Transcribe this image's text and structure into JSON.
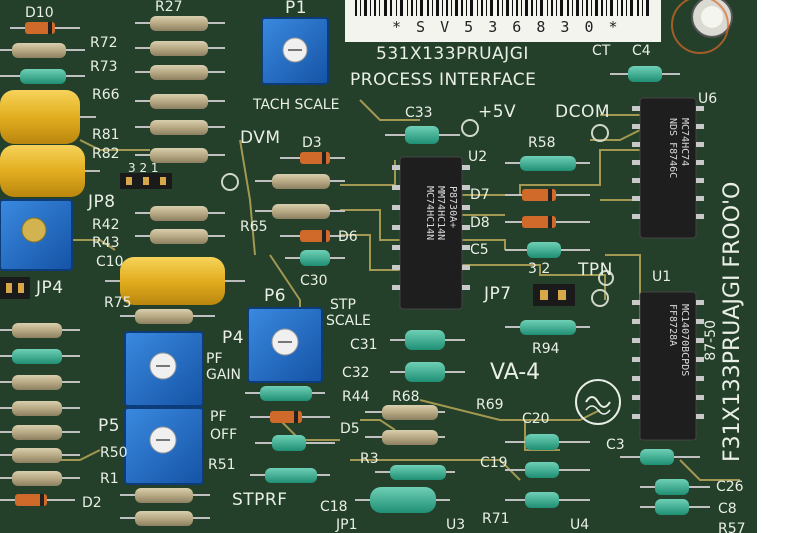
{
  "board": {
    "part_number": "531X133PRUAJGI",
    "title": "PROCESS INTERFACE",
    "vertical_id": "F31X133PRUAJGI FROO'O",
    "date_code": "87-50",
    "marking": "VA-4",
    "serial": "* S V 5 3 6 8 3 0 *"
  },
  "labels": {
    "d10": "D10",
    "r27": "R27",
    "p1": "P1",
    "r72": "R72",
    "r73": "R73",
    "r66": "R66",
    "tach_scale": "TACH SCALE",
    "r81": "R81",
    "r82": "R82",
    "dvm": "DVM",
    "d3": "D3",
    "c33": "C33",
    "plus5v": "+5V",
    "dcom": "DCOM",
    "u6": "U6",
    "ct": "CT",
    "c4": "C4",
    "u2": "U2",
    "r58": "R58",
    "d7": "D7",
    "d8": "D8",
    "c5": "C5",
    "jp8": "JP8",
    "r42": "R42",
    "r43": "R43",
    "r65": "R65",
    "d6": "D6",
    "c10": "C10",
    "c30": "C30",
    "jp4": "JP4",
    "r75": "R75",
    "p6": "P6",
    "stp_scale_1": "STP",
    "stp_scale_2": "SCALE",
    "jp7": "JP7",
    "jp7_pins": "3 2",
    "tpn": "TPN",
    "u1": "U1",
    "p4": "P4",
    "pf_gain_1": "PF",
    "pf_gain_2": "GAIN",
    "c31": "C31",
    "r94": "R94",
    "c32": "C32",
    "r44": "R44",
    "r68": "R68",
    "r69": "R69",
    "c20": "C20",
    "pf_off_1": "PF",
    "pf_off_2": "OFF",
    "d5": "D5",
    "p5": "P5",
    "r50": "R50",
    "c3": "C3",
    "r1": "R1",
    "r51": "R51",
    "r3": "R3",
    "c19": "C19",
    "c26": "C26",
    "d2": "D2",
    "stprf": "STPRF",
    "c18": "C18",
    "c8": "C8",
    "jp1": "JP1",
    "u3": "U3",
    "r71": "R71",
    "u4": "U4",
    "r57": "R57",
    "jp8_pins": "3 2 1"
  },
  "chips": {
    "u2_lines": [
      "P8730A+",
      "MM74HC14N",
      "MC74HC14N"
    ],
    "u6_lines": [
      "MC74HC74",
      "NDS F8746C"
    ],
    "u1_lines": [
      "MC14070BCPDS",
      "FF8728A"
    ]
  },
  "colors": {
    "board_green": "#24402a",
    "silkscreen": "#e9efe6",
    "trace": "#b9a85a",
    "trimpot_blue": "#1f6fc9",
    "capacitor_yellow": "#e8b52a",
    "chip_black": "#1e1e1e"
  }
}
